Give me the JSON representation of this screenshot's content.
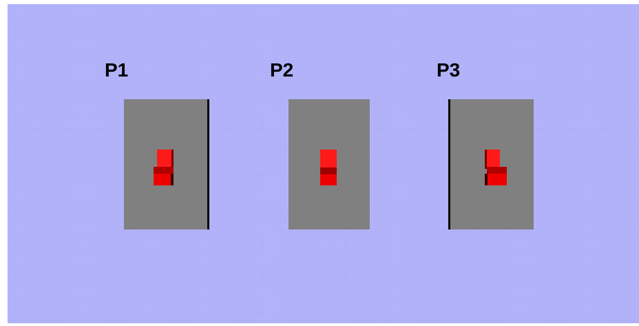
{
  "panels": [
    {
      "label": "P1",
      "switch_state": "left"
    },
    {
      "label": "P2",
      "switch_state": "center"
    },
    {
      "label": "P3",
      "switch_state": "right"
    }
  ],
  "colors": {
    "background": "#b0b0fa",
    "plate": "#808080",
    "switch": "#ff1a1a"
  }
}
